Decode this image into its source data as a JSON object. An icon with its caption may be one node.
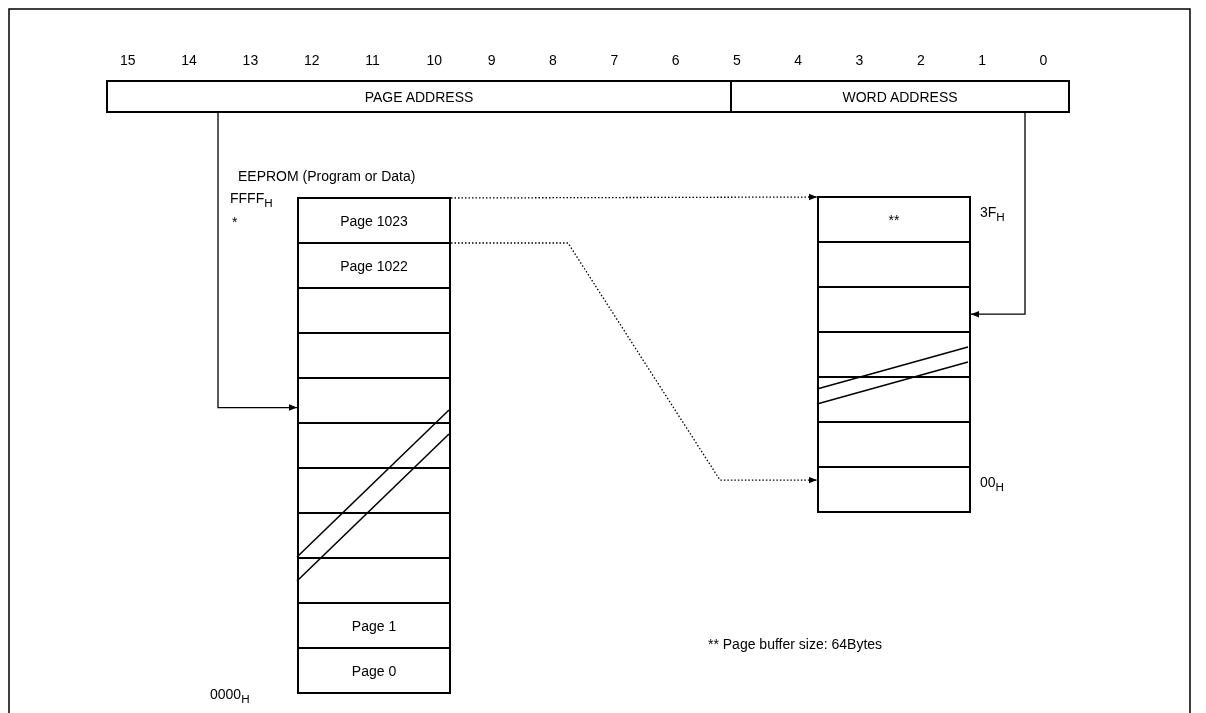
{
  "diagram": {
    "nodes": [
      {
        "text": [
          "PAGE ADDRESS"
        ]
      },
      {
        "text": [
          "WORD ADDRESS"
        ]
      },
      {
        "text": [
          "EEPROM (Program or Data)"
        ]
      },
      {
        "text": [
          "Page 1023"
        ],
        "in": 2
      },
      {
        "text": [
          "Page 1022"
        ],
        "in": 2
      },
      {
        "text": [],
        "shape": "box",
        "in": 2
      },
      {
        "text": [],
        "shape": "box",
        "in": 2
      },
      {
        "text": [],
        "shape": "box",
        "in": 2
      },
      {
        "text": [],
        "shape": "box",
        "in": 2
      },
      {
        "text": [],
        "shape": "box",
        "in": 2
      },
      {
        "text": [],
        "shape": "box",
        "in": 2
      },
      {
        "text": [],
        "shape": "box",
        "in": 2
      },
      {
        "text": [
          "Page 1"
        ],
        "in": 2
      },
      {
        "text": [
          "Page 0"
        ],
        "in": 2
      },
      {
        "text": [
          "**"
        ],
        "beside": [
          "3F$_{H}$"
        ]
      },
      {
        "text": [],
        "shape": "box"
      },
      {
        "text": [],
        "shape": "box"
      },
      {
        "text": [],
        "shape": "box"
      },
      {
        "text": [],
        "shape": "box"
      },
      {
        "text": [],
        "shape": "box"
      },
      {
        "text": [],
        "shape": "box",
        "beside": [
          "00$_{H}$"
        ]
      }
    ],
    "edges": [
      {
        "from": 0,
        "to": 7,
        "arrow": "to"
      },
      {
        "from": 1,
        "to": 16,
        "arrow": "to"
      },
      {
        "from": 3,
        "to": 14,
        "arrow": "to",
        "style": "dashed"
      },
      {
        "from": 3,
        "to": 20,
        "arrow": "to",
        "style": "dashed"
      }
    ],
    "labels": [
      "15",
      "14",
      "13",
      "12",
      "11",
      "10",
      "9",
      "8",
      "7",
      "6",
      "5",
      "4",
      "3",
      "2",
      "1",
      "0",
      "FFFF$_{H}$",
      "*",
      "0000$_{H}$",
      "** Page buffer size: 64Bytes"
    ]
  }
}
